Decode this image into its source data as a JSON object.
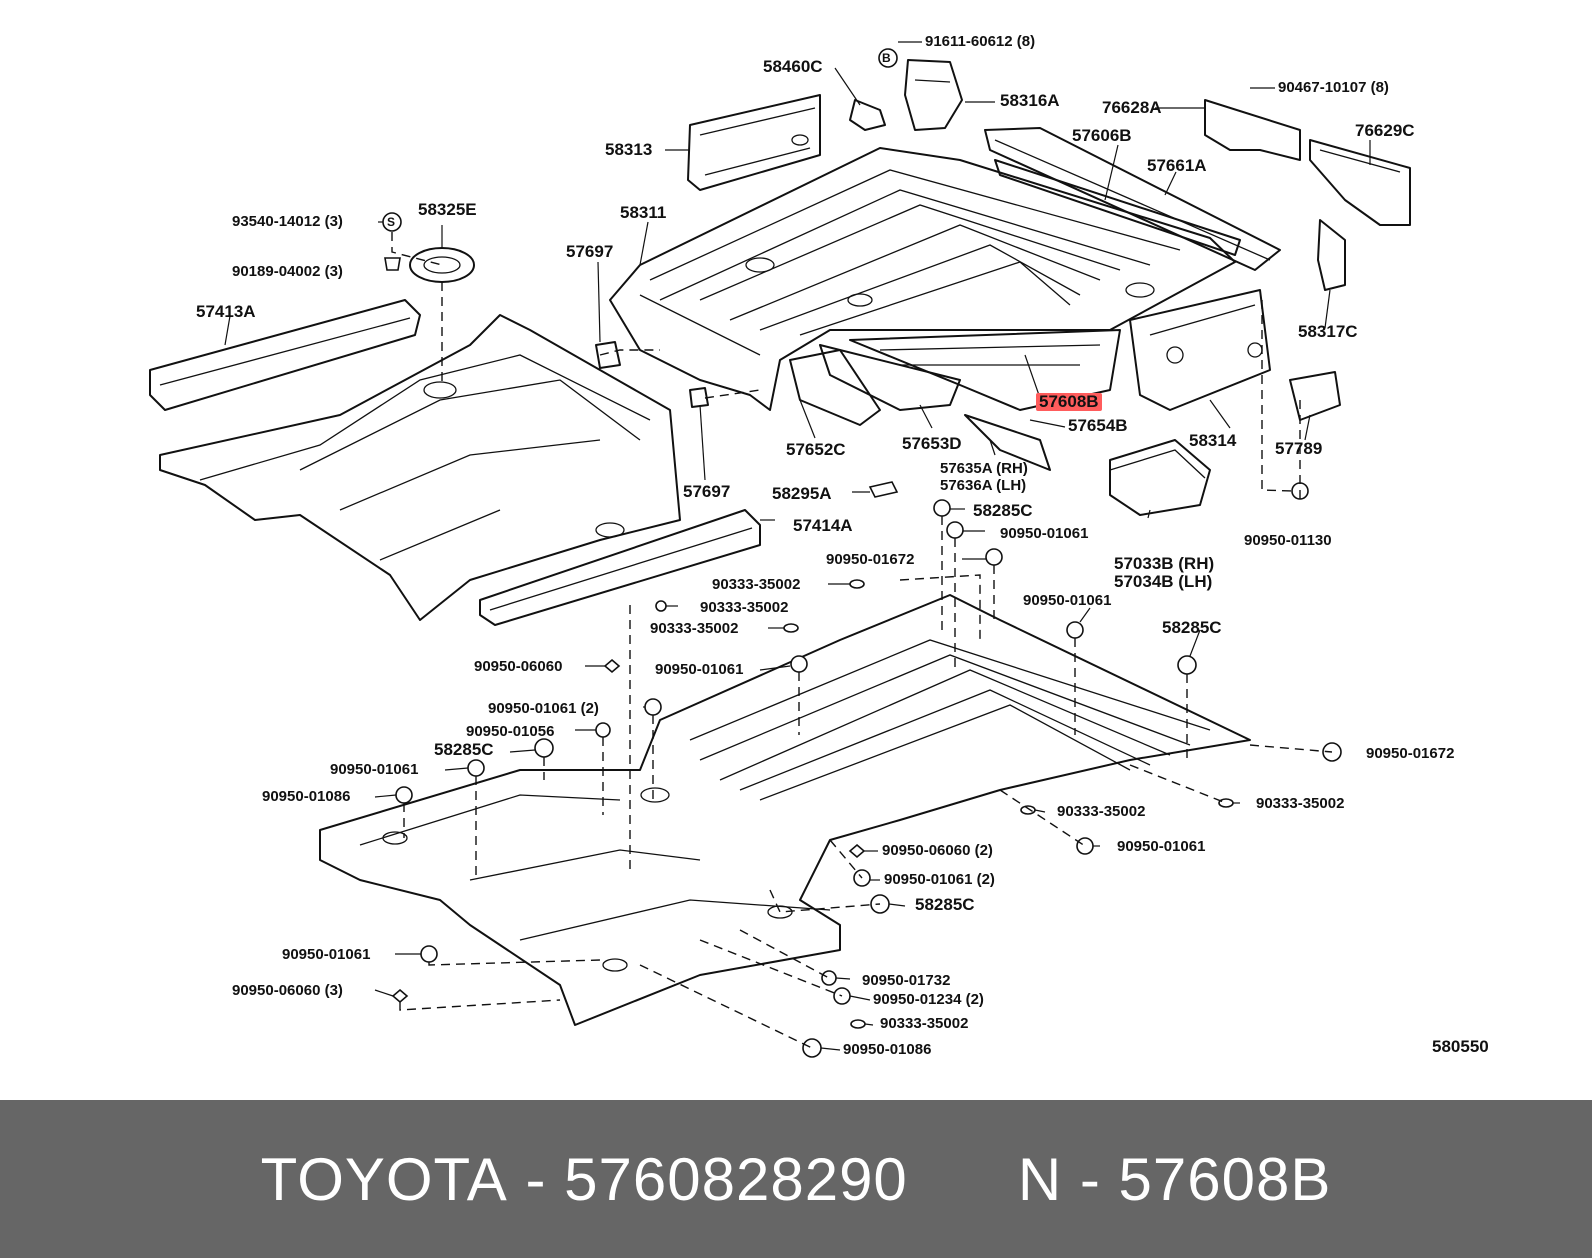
{
  "highlight_color": "#ff5c5c",
  "footer": {
    "brand": "TOYOTA",
    "sep1": "-",
    "part_number": "5760828290",
    "variant": "N",
    "sep2": "-",
    "ref": "57608B"
  },
  "diagram_code": "580550",
  "symbols": {
    "b": "B",
    "s": "S"
  },
  "labels": {
    "l_91611": "91611-60612 (8)",
    "l_58460C": "58460C",
    "l_58316A": "58316A",
    "l_90467": "90467-10107 (8)",
    "l_76628A": "76628A",
    "l_57606B": "57606B",
    "l_76629C": "76629C",
    "l_58313": "58313",
    "l_57661A": "57661A",
    "l_58311": "58311",
    "l_93540": "93540-14012 (3)",
    "l_58325E": "58325E",
    "l_57697a": "57697",
    "l_90189": "90189-04002 (3)",
    "l_57413A": "57413A",
    "l_58317C": "58317C",
    "l_57608B": "57608B",
    "l_57654B": "57654B",
    "l_58314": "58314",
    "l_57789": "57789",
    "l_57652C": "57652C",
    "l_57653D": "57653D",
    "l_57635A": "57635A (RH)",
    "l_57636A": "57636A (LH)",
    "l_57697b": "57697",
    "l_58295A": "58295A",
    "l_58285C_a": "58285C",
    "l_57414A": "57414A",
    "l_90950_01061_a": "90950-01061",
    "l_90950_01130": "90950-01130",
    "l_90950_01672_a": "90950-01672",
    "l_57033B": "57033B (RH)",
    "l_57034B": "57034B (LH)",
    "l_90333_a": "90333-35002",
    "l_90333_b": "90333-35002",
    "l_90950_01061_b": "90950-01061",
    "l_90333_c": "90333-35002",
    "l_58285C_b": "58285C",
    "l_90950_06060_a": "90950-06060",
    "l_90950_01061_c": "90950-01061",
    "l_90950_01061_d": "90950-01061 (2)",
    "l_90950_01056": "90950-01056",
    "l_58285C_c": "58285C",
    "l_90950_01672_b": "90950-01672",
    "l_90950_01061_e": "90950-01061",
    "l_90950_01086_a": "90950-01086",
    "l_90333_d": "90333-35002",
    "l_90333_e": "90333-35002",
    "l_90950_01061_f": "90950-01061",
    "l_90950_06060_b": "90950-06060 (2)",
    "l_90950_01061_g": "90950-01061 (2)",
    "l_58285C_d": "58285C",
    "l_90950_01061_h": "90950-01061",
    "l_90950_01732": "90950-01732",
    "l_90950_06060_c": "90950-06060 (3)",
    "l_90950_01234": "90950-01234 (2)",
    "l_90333_f": "90333-35002",
    "l_90950_01086_b": "90950-01086"
  }
}
